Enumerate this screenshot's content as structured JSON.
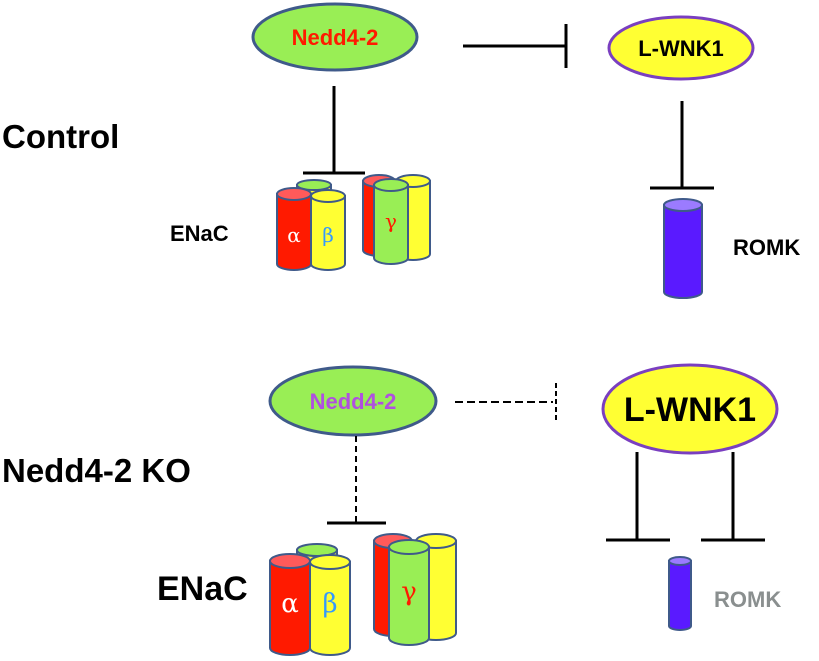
{
  "colors": {
    "red": "#ff1a00",
    "yellow": "#ffff33",
    "green": "#99ee55",
    "outline": "#3f5a8a",
    "purple_outline": "#7a3fc0",
    "romk": "#5a1aff",
    "romk_top": "#9b7bff",
    "magenta_text": "#b050e0",
    "grey_text": "#8a8f8f",
    "red_text": "#ff1a00"
  },
  "control": {
    "row_label": "Control",
    "nedd42": "Nedd4-2",
    "lwnk1": "L-WNK1",
    "enac_label": "ENaC",
    "romk_label": "ROMK",
    "subunits": {
      "alpha": "α",
      "beta": "β",
      "gamma": "γ"
    },
    "link_style": "solid"
  },
  "ko": {
    "row_label": "Nedd4-2 KO",
    "nedd42": "Nedd4-2",
    "lwnk1": "L-WNK1",
    "enac_label": "ENaC",
    "romk_label": "ROMK",
    "subunits": {
      "alpha": "α",
      "beta": "β",
      "gamma": "γ"
    },
    "link_style": "dashed"
  }
}
